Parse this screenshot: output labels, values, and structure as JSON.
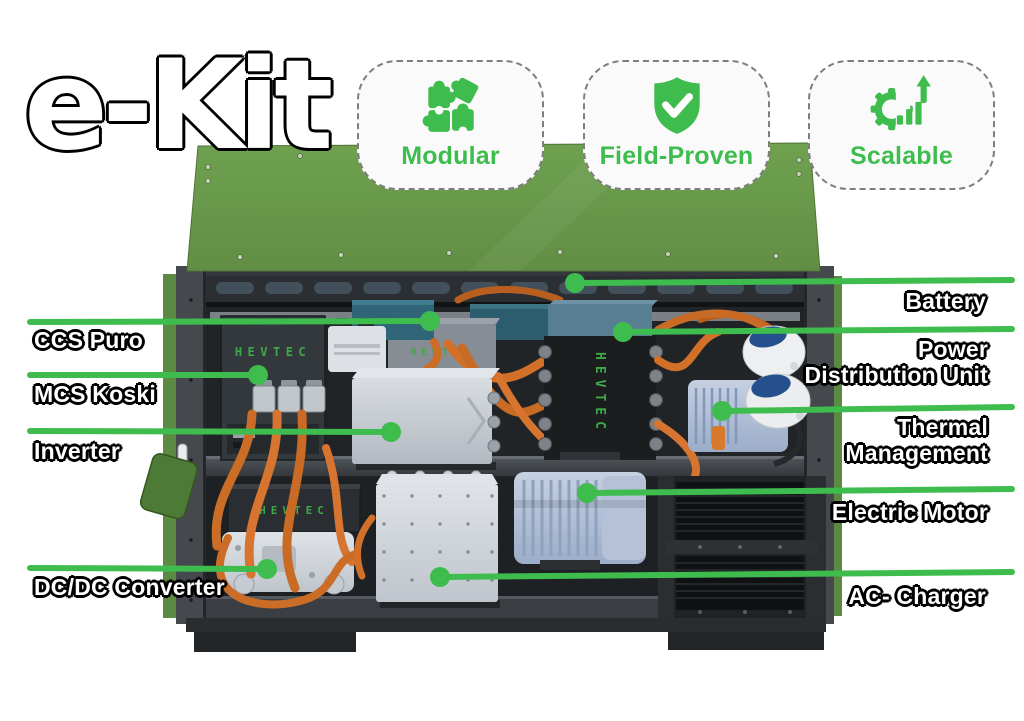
{
  "title": {
    "text": "e-Kit"
  },
  "brand": {
    "name": "HEVTEC"
  },
  "badges": [
    {
      "id": "modular",
      "label": "Modular",
      "icon": "puzzle-icon"
    },
    {
      "id": "field-proven",
      "label": "Field-Proven",
      "icon": "shield-check-icon"
    },
    {
      "id": "scalable",
      "label": "Scalable",
      "icon": "gear-growth-icon"
    }
  ],
  "callouts": {
    "left": [
      {
        "id": "ccs-puro",
        "label": "CCS Puro"
      },
      {
        "id": "mcs-koski",
        "label": "MCS Koski"
      },
      {
        "id": "inverter",
        "label": "Inverter"
      },
      {
        "id": "dcdc-converter",
        "label": "DC/DC Converter"
      }
    ],
    "right": [
      {
        "id": "battery",
        "label": "Battery"
      },
      {
        "id": "power-distribution-unit",
        "label": "Power Distribution Unit"
      },
      {
        "id": "thermal-management",
        "label": "Thermal Management"
      },
      {
        "id": "electric-motor",
        "label": "Electric Motor"
      },
      {
        "id": "ac-charger",
        "label": "AC- Charger"
      }
    ]
  },
  "colors": {
    "accent_green": "#3ebd4e",
    "brand_green": "#3fa94a",
    "panel_green": "#689b4b",
    "cable_orange": "#d06f28",
    "label_text": "#ffffff",
    "label_outline": "#000000",
    "badge_bg": "#fafafa"
  }
}
